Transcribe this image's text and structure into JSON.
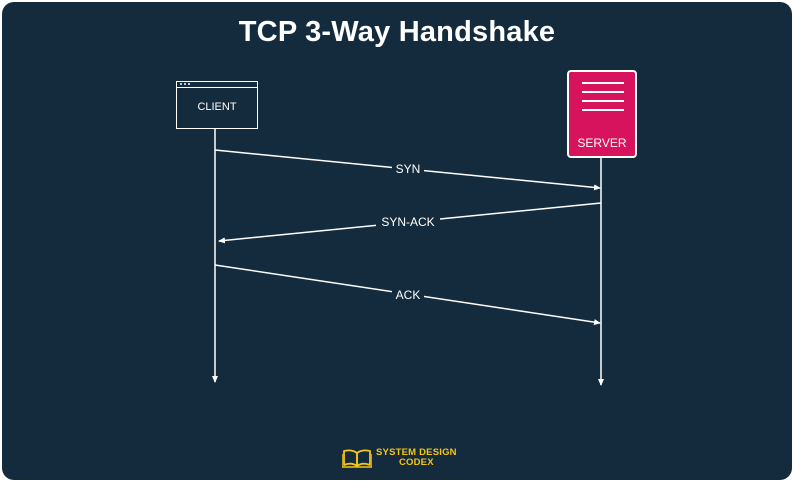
{
  "title": "TCP 3-Way Handshake",
  "nodes": {
    "client": {
      "label": "CLIENT"
    },
    "server": {
      "label": "SERVER",
      "color": "#d6135c"
    }
  },
  "messages": [
    {
      "label": "SYN",
      "from": "client",
      "to": "server"
    },
    {
      "label": "SYN-ACK",
      "from": "server",
      "to": "client"
    },
    {
      "label": "ACK",
      "from": "client",
      "to": "server"
    }
  ],
  "brand": {
    "line1": "SYSTEM DESIGN",
    "line2": "CODEX",
    "icon": "open-book-icon",
    "color": "#f5c518"
  },
  "colors": {
    "background": "#142b3d",
    "foreground": "#ffffff"
  }
}
